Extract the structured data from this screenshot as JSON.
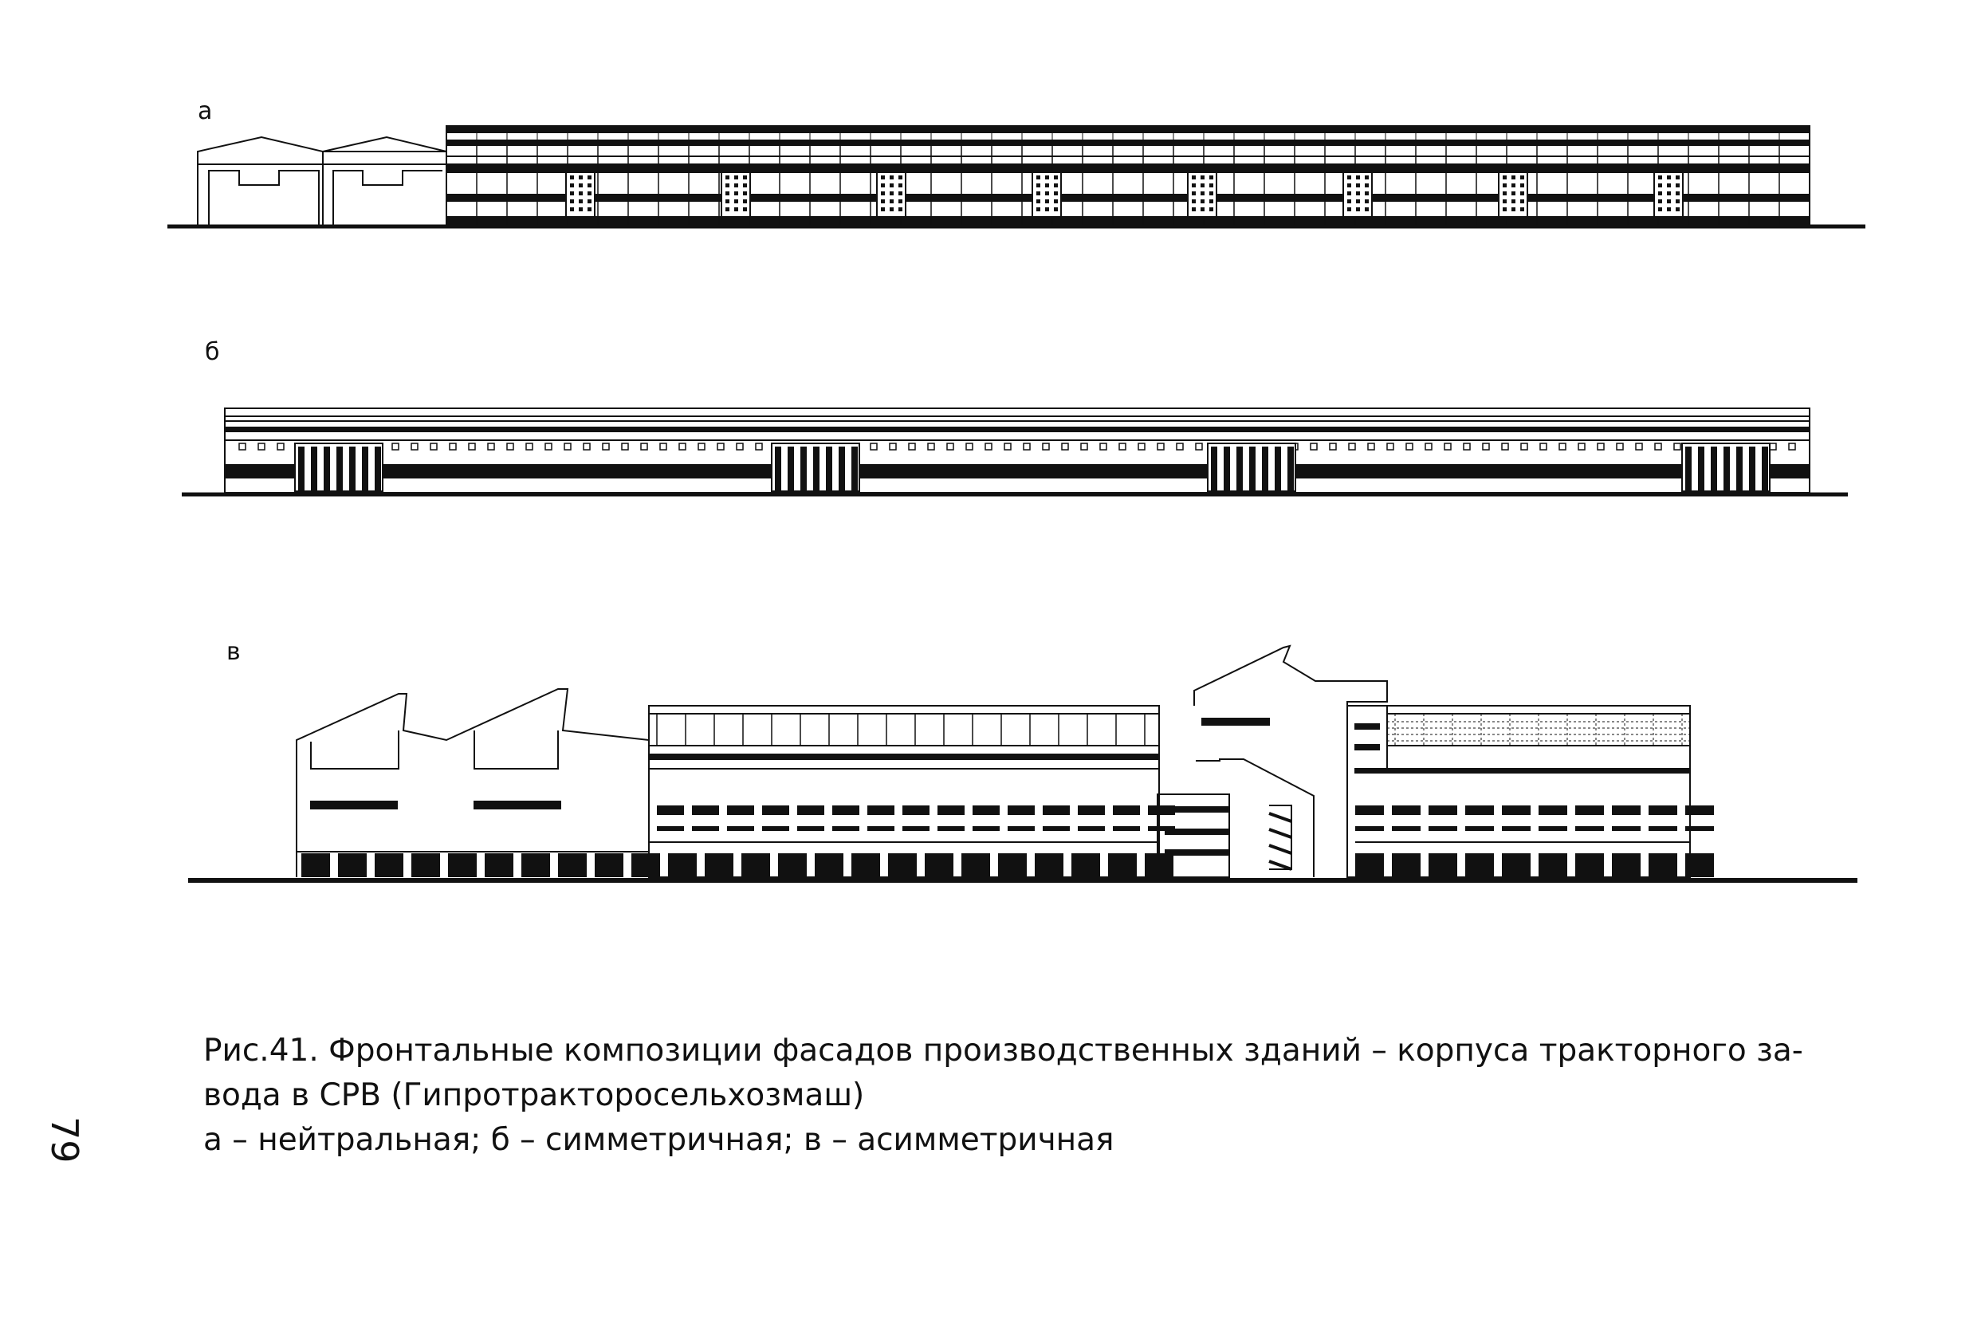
{
  "figure": {
    "label_a": "а",
    "label_b": "б",
    "label_c": "в"
  },
  "caption": {
    "line1": "Рис.41. Фронтальные композиции фасадов производственных зданий – корпуса тракторного за-",
    "line2": "вода в СРВ (Гипротракторосельхозмаш)",
    "line3": "а – нейтральная; б – симметричная; в – асимметричная"
  },
  "page_number": "79"
}
